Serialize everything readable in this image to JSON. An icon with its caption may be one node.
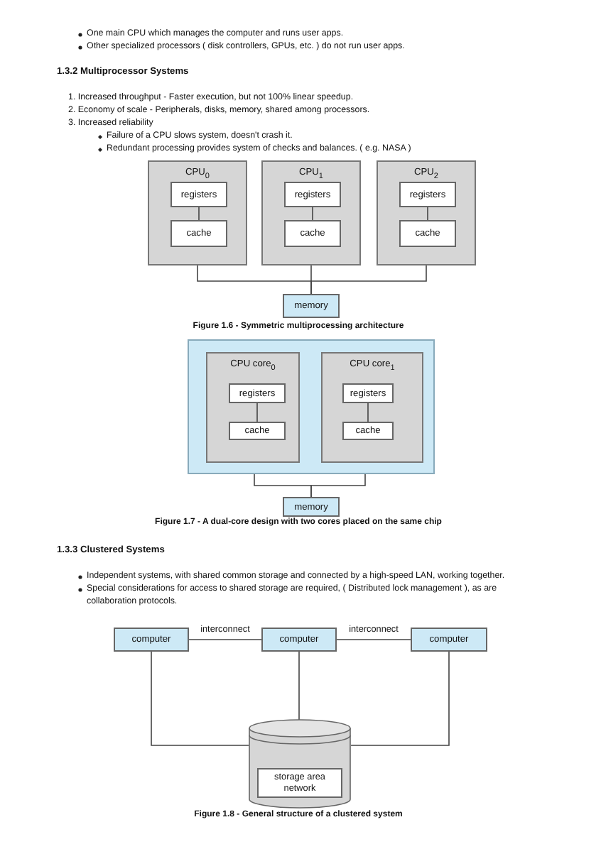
{
  "diagram": {
    "nodes": [
      {
        "text": [
          "CPU$_{0}$"
        ]
      },
      {
        "text": [
          "registers"
        ],
        "in": 0
      },
      {
        "text": [
          "cache"
        ],
        "in": 0
      },
      {
        "text": [
          "CPU$_{1}$"
        ]
      },
      {
        "text": [
          "registers"
        ],
        "in": 3
      },
      {
        "text": [
          "cache"
        ],
        "in": 3
      },
      {
        "text": [
          "CPU$_{2}$"
        ]
      },
      {
        "text": [
          "registers"
        ],
        "in": 6
      },
      {
        "text": [
          "cache"
        ],
        "in": 6
      },
      {
        "text": [
          "memory"
        ]
      },
      {
        "text": [],
        "shape": "box"
      },
      {
        "text": [
          "CPU core$_{0}$"
        ],
        "in": 10
      },
      {
        "text": [
          "registers"
        ],
        "in": 11
      },
      {
        "text": [
          "cache"
        ],
        "in": 11
      },
      {
        "text": [
          "CPU core$_{1}$"
        ],
        "in": 10
      },
      {
        "text": [
          "registers"
        ],
        "in": 14
      },
      {
        "text": [
          "cache"
        ],
        "in": 14
      },
      {
        "text": [
          "memory"
        ]
      },
      {
        "text": [
          "computer"
        ]
      },
      {
        "text": [
          "computer"
        ]
      },
      {
        "text": [
          "computer"
        ]
      },
      {
        "text": [
          "storage area network"
        ]
      }
    ],
    "edges": [
      {
        "from": 1,
        "to": 2,
        "arrow": "none"
      },
      {
        "from": 4,
        "to": 5,
        "arrow": "none"
      },
      {
        "from": 7,
        "to": 8,
        "arrow": "none"
      },
      {
        "from": 2,
        "to": 9,
        "arrow": "none"
      },
      {
        "from": 5,
        "to": 9,
        "arrow": "none"
      },
      {
        "from": 8,
        "to": 9,
        "arrow": "none"
      },
      {
        "from": 12,
        "to": 13,
        "arrow": "none"
      },
      {
        "from": 15,
        "to": 16,
        "arrow": "none"
      },
      {
        "from": 13,
        "to": 17,
        "arrow": "none"
      },
      {
        "from": 16,
        "to": 17,
        "arrow": "none"
      },
      {
        "from": 18,
        "to": 19,
        "arrow": "none",
        "label": "interconnect"
      },
      {
        "from": 19,
        "to": 20,
        "arrow": "none",
        "label": "interconnect"
      },
      {
        "from": 18,
        "to": 21,
        "arrow": "none"
      },
      {
        "from": 19,
        "to": 21,
        "arrow": "none"
      },
      {
        "from": 20,
        "to": 21,
        "arrow": "none"
      }
    ],
    "labels": [
      "One main CPU which manages the computer and runs user apps.",
      "Other specialized processors ( disk controllers, GPUs, etc. ) do not run user apps.",
      "1.3.2 Multiprocessor Systems",
      "1. Increased throughput - Faster execution, but not 100% linear speedup.",
      "2. Economy of scale - Peripherals, disks, memory, shared among processors.",
      "3. Increased reliability",
      "Failure of a CPU slows system, doesn't crash it.",
      "Redundant processing provides system of checks and balances. ( e.g. NASA )",
      "Figure 1.6 - Symmetric multiprocessing architecture",
      "Figure 1.7 - A dual-core design with two cores placed on the same chip",
      "1.3.3 Clustered Systems",
      "Independent systems, with shared common storage and connected by a high-speed LAN, working together.",
      "Special considerations for access to shared storage are required, ( Distributed lock management ), as are collaboration protocols.",
      "Figure 1.8 - General structure of a clustered system"
    ]
  }
}
